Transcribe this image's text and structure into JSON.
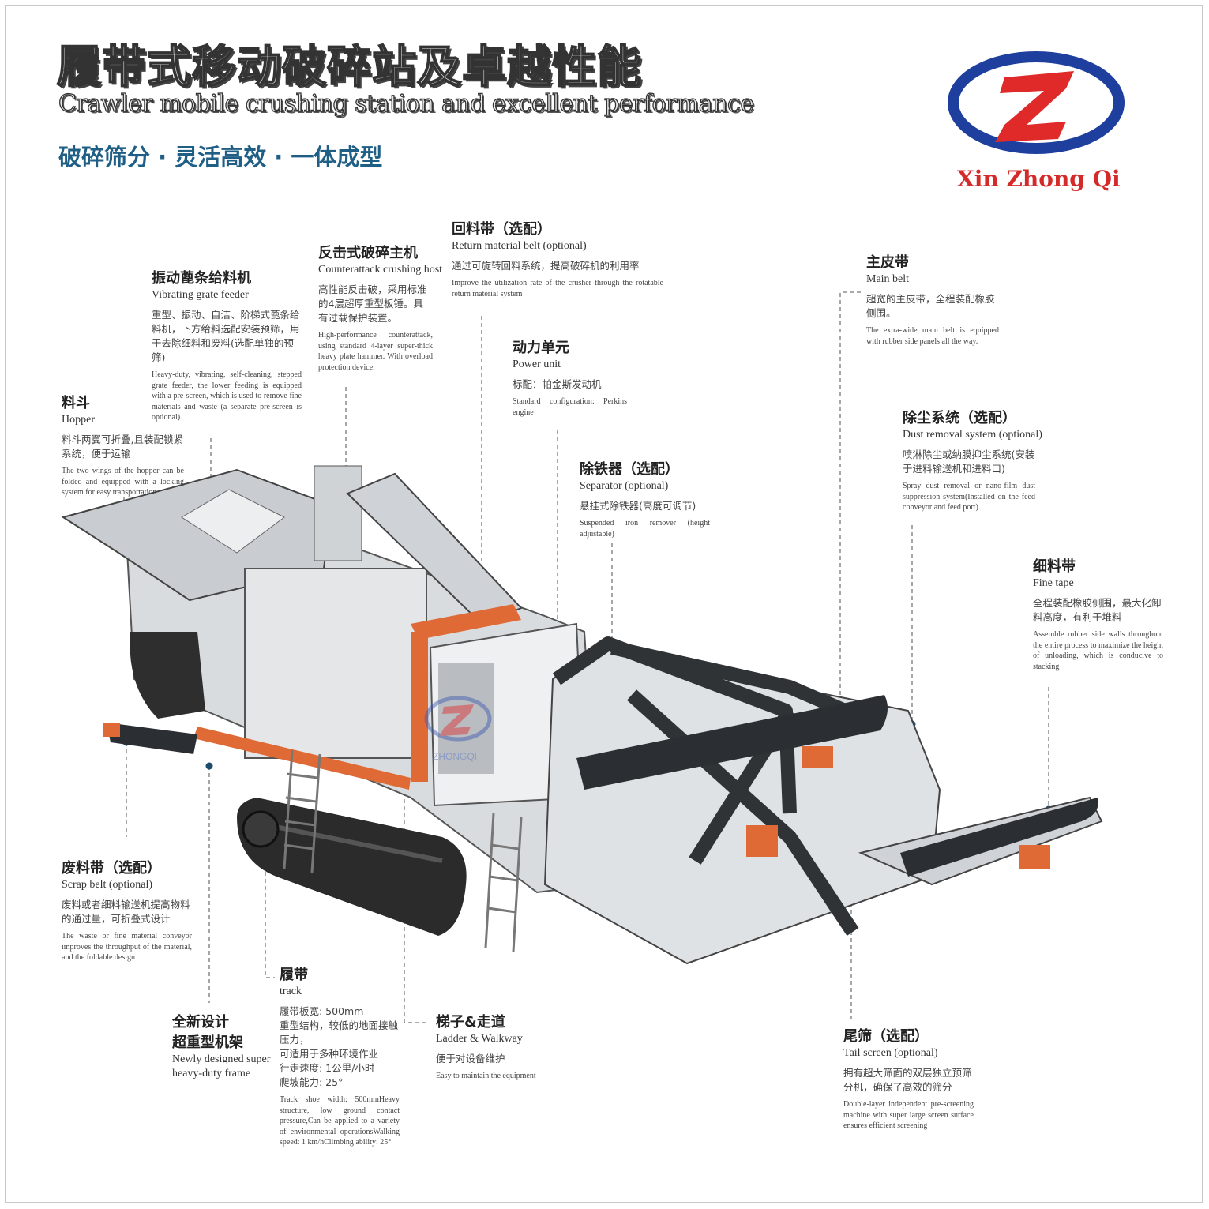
{
  "header": {
    "title_cn": "履带式移动破碎站及卓越性能",
    "title_en": "Crawler mobile crushing station and excellent performance",
    "slogan": "破碎筛分 · 灵活高效 · 一体成型"
  },
  "brand": {
    "name": "Xin Zhong Qi",
    "logo_letter": "Z",
    "colors": {
      "ring": "#1f3f9e",
      "letter": "#e02a2a",
      "text": "#d42a2a"
    }
  },
  "watermark": {
    "text": "ZHONGQI"
  },
  "labels": {
    "hopper": {
      "cn": "料斗",
      "en": "Hopper",
      "desc_cn": "料斗两翼可折叠,且装配锁紧系统，便于运输",
      "desc_en": "The two wings of the hopper can be folded and equipped with a locking system for easy transportation"
    },
    "feeder": {
      "cn": "振动蓖条给料机",
      "en": "Vibrating grate feeder",
      "desc_cn": "重型、振动、自洁、阶梯式蓖条给料机，下方给料选配安装预筛，用于去除细料和废料(选配单独的预筛)",
      "desc_en": "Heavy-duty, vibrating, self-cleaning, stepped grate feeder, the lower feeding is equipped with a pre-screen, which is used to remove fine materials and waste (a separate pre-screen is optional)"
    },
    "crusher": {
      "cn": "反击式破碎主机",
      "en": "Counterattack crushing host",
      "desc_cn": "高性能反击破，采用标准的4层超厚重型板锤。具有过载保护装置。",
      "desc_en": "High-performance counterattack, using standard 4-layer super-thick heavy plate hammer. With overload protection device."
    },
    "return_belt": {
      "cn": "回料带（选配）",
      "en": "Return material belt (optional)",
      "desc_cn": "通过可旋转回料系统，提高破碎机的利用率",
      "desc_en": "Improve the utilization rate of the crusher through the rotatable return material system"
    },
    "power": {
      "cn": "动力单元",
      "en": "Power unit",
      "desc_cn": "标配：帕金斯发动机",
      "desc_en": "Standard configuration: Perkins engine"
    },
    "main_belt": {
      "cn": "主皮带",
      "en": "Main belt",
      "desc_cn": "超宽的主皮带，全程装配橡胶侧围。",
      "desc_en": "The extra-wide main belt is equipped with rubber side panels all the way."
    },
    "dust": {
      "cn": "除尘系统（选配）",
      "en": "Dust removal system (optional)",
      "desc_cn": "喷淋除尘或纳膜抑尘系统(安装于进料输送机和进料口)",
      "desc_en": "Spray dust removal or nano-film dust suppression system(Installed on the feed conveyor and feed port)"
    },
    "separator": {
      "cn": "除铁器（选配）",
      "en": "Separator (optional)",
      "desc_cn": "悬挂式除铁器(高度可调节)",
      "desc_en": "Suspended iron remover (height adjustable)"
    },
    "fine_tape": {
      "cn": "细料带",
      "en": "Fine tape",
      "desc_cn": "全程装配橡胶侧围，最大化卸料高度，有利于堆料",
      "desc_en": "Assemble rubber side walls throughout the entire process to maximize the height of unloading, which is conducive to stacking"
    },
    "scrap_belt": {
      "cn": "废料带（选配）",
      "en": "Scrap belt (optional)",
      "desc_cn": "废料或者细料输送机提高物料的通过量，可折叠式设计",
      "desc_en": "The waste or fine material conveyor improves the throughput of the material, and the foldable design"
    },
    "frame": {
      "cn1": "全新设计",
      "cn2": "超重型机架",
      "en1": "Newly designed super",
      "en2": "heavy-duty frame"
    },
    "track": {
      "cn": "履带",
      "en": "track",
      "desc_lines": [
        "履带板宽: 500mm",
        "重型结构，较低的地面接触压力，",
        "可适用于多种环境作业",
        "行走速度: 1公里/小时",
        "爬坡能力: 25°"
      ],
      "desc_en": "Track shoe width: 500mmHeavy structure, low ground contact pressure,Can be applied to a variety of environmental operationsWalking speed: 1 km/hClimbing ability: 25°"
    },
    "ladder": {
      "cn": "梯子&走道",
      "en": "Ladder & Walkway",
      "desc_cn": "便于对设备维护",
      "desc_en": "Easy to maintain the equipment"
    },
    "tail_screen": {
      "cn": "尾筛（选配）",
      "en": "Tail screen (optional)",
      "desc_cn": "拥有超大筛面的双层独立预筛分机，确保了高效的筛分",
      "desc_en": "Double-layer independent pre-screening machine with super large screen surface ensures efficient screening"
    }
  }
}
